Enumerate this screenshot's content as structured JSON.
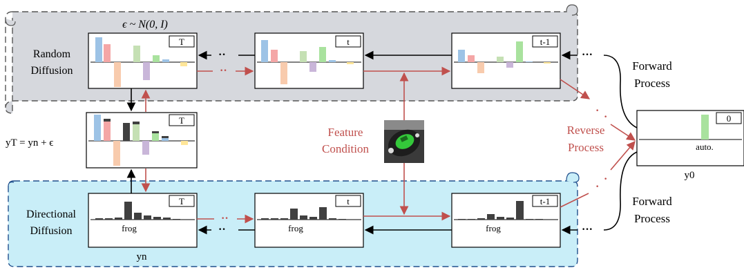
{
  "diagram": {
    "top_band_label": [
      "Random",
      "Diffusion"
    ],
    "bottom_band_label": [
      "Directional",
      "Diffusion"
    ],
    "noise_equation": "ϵ ~ N(0, I)",
    "y_equation": "yT = yn + ϵ",
    "yn_label": "yn",
    "y0_label": "y0",
    "feature_condition": [
      "Feature",
      "Condition"
    ],
    "reverse_process": [
      "Reverse",
      "Process"
    ],
    "forward_process_top": [
      "Forward",
      "Process"
    ],
    "forward_process_bottom": [
      "Forward",
      "Process"
    ],
    "steps": {
      "T": "T",
      "t": "t",
      "t_minus_1": "t-1",
      "zero": "0"
    },
    "class_label_frog": "frog",
    "class_label_auto": "auto.",
    "condition_image_icon": "car-image-icon"
  },
  "colors": {
    "forward_arrow": "#000000",
    "reverse_arrow": "#c0504d",
    "top_band_fill": "#d6d8dd",
    "bottom_band_fill": "#c9eef8",
    "bottom_band_stroke": "#1f4e8c",
    "bar_blue": "#9dc3e6",
    "bar_red": "#f4a6a6",
    "bar_salmon": "#f8cbad",
    "bar_green_light": "#c5e0b4",
    "bar_purple": "#c9b6d9",
    "bar_green": "#a9e29e",
    "bar_gold": "#ffe699",
    "bar_dark": "#404040"
  }
}
